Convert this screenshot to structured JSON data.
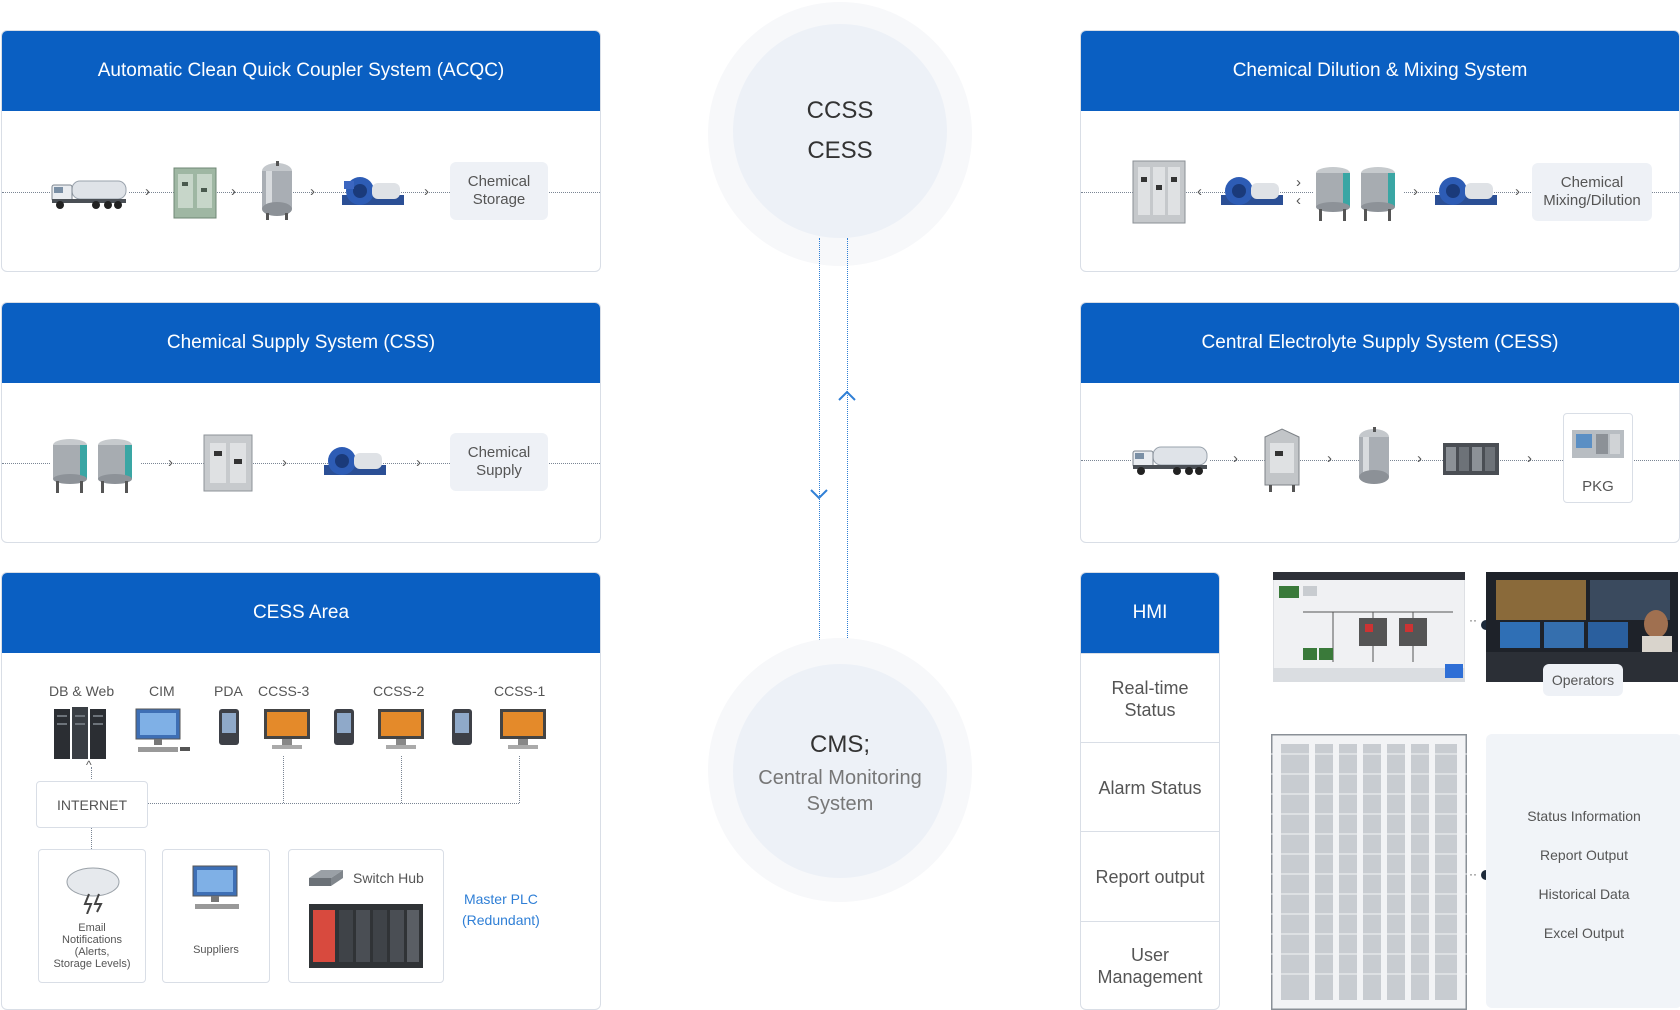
{
  "center": {
    "top_circle": {
      "line1": "CCSS",
      "line2": "CESS"
    },
    "bottom_circle": {
      "title": "CMS;",
      "subtitle_line1": "Central Monitoring",
      "subtitle_line2": "System"
    }
  },
  "acqc": {
    "title": "Automatic Clean Quick Coupler System (ACQC)",
    "end_label_line1": "Chemical",
    "end_label_line2": "Storage",
    "icons": [
      "tanker-truck-icon",
      "cabinet-icon",
      "tank-icon",
      "pump-icon"
    ]
  },
  "css": {
    "title": "Chemical Supply System (CSS)",
    "end_label_line1": "Chemical",
    "end_label_line2": "Supply"
  },
  "cess_area": {
    "title": "CESS Area",
    "top_labels": [
      "DB & Web",
      "CIM",
      "PDA",
      "CCSS-3",
      "CCSS-2",
      "CCSS-1"
    ],
    "internet": "INTERNET",
    "email_line1": "Email",
    "email_line2": "Notifications",
    "email_line3": "(Alerts,",
    "email_line4": "Storage Levels)",
    "suppliers": "Suppliers",
    "switch_hub": "Switch Hub",
    "master_plc_line1": "Master PLC",
    "master_plc_line2": "(Redundant)"
  },
  "dilution": {
    "title": "Chemical Dilution & Mixing System",
    "end_label_line1": "Chemical",
    "end_label_line2": "Mixing/Dilution"
  },
  "cess": {
    "title": "Central Electrolyte Supply System (CESS)",
    "end_label": "PKG"
  },
  "hmi": {
    "title": "HMI",
    "items": [
      {
        "line1": "Real-time",
        "line2": "Status"
      },
      {
        "line1": "Alarm Status",
        "line2": ""
      },
      {
        "line1": "Report output",
        "line2": ""
      },
      {
        "line1": "User",
        "line2": "Management"
      }
    ],
    "operators": "Operators",
    "reports": [
      "Status Information",
      "Report Output",
      "Historical Data",
      "Excel Output"
    ]
  },
  "colors": {
    "accent": "#0a5fc2",
    "line": "#2f7fd6"
  }
}
